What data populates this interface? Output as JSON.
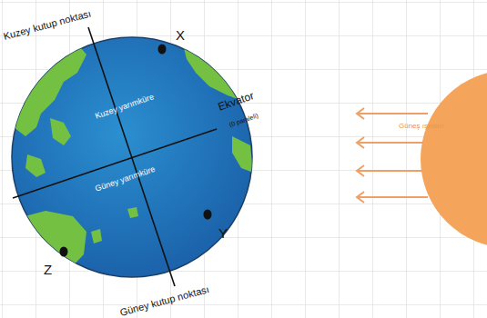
{
  "diagram": {
    "labels": [
      "Kuzey kutup noktası",
      "X",
      "Ekvator",
      "(0 paraleli)",
      "Kuzey yarımküre",
      "Güney yarımküre",
      "Y",
      "Z",
      "Güney kutup noktası",
      "Güneş ışınları"
    ]
  }
}
